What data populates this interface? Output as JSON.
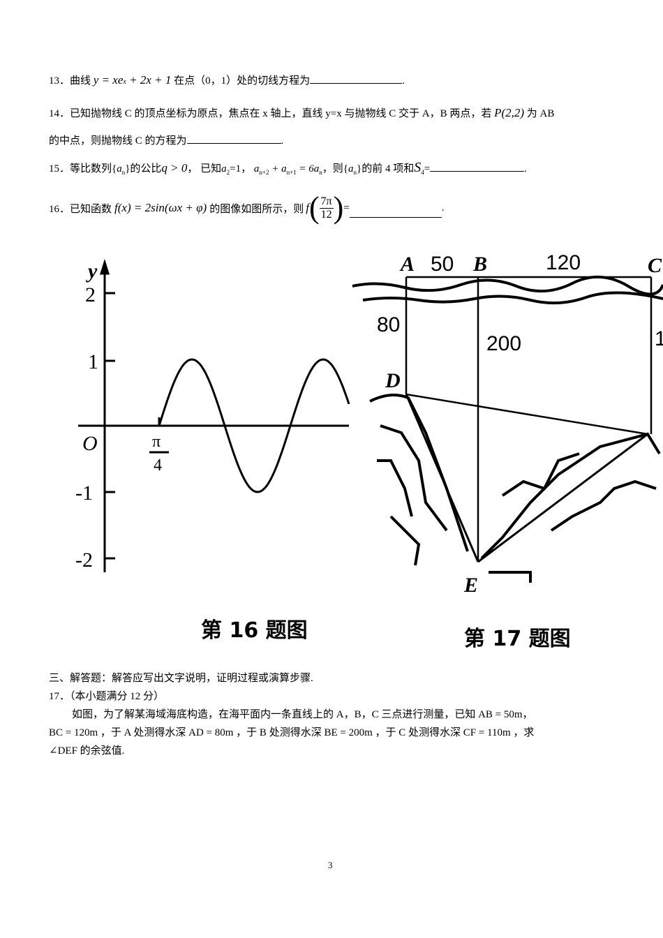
{
  "questions": {
    "q13": {
      "num": "13．",
      "text_a": "曲线",
      "formula": "y = xe",
      "sup": "x",
      "formula_b": " + 2x + 1",
      "text_b": "在点（0，1）处的切线方程为",
      "end": "."
    },
    "q14": {
      "num": "14．",
      "line1": "已知抛物线 C 的顶点坐标为原点，焦点在 x 轴上，直线 y=x 与抛物线 C 交于 A，B 两点，若",
      "point": "P(2,2)",
      "line1_end": "为 AB",
      "line2": "的中点，则抛物线 C 的方程为",
      "end": "."
    },
    "q15": {
      "num": "15．",
      "text_a": "等比数列{",
      "a": "a",
      "sub_n": "n",
      "text_b": "}的公比",
      "cond": "q > 0",
      "text_c": "，  已知",
      "a2": "a",
      "sub2": "2",
      "text_d": "=1，",
      "rec": "a",
      "sub_n2": "n+2",
      "plus": " + a",
      "sub_n1": "n+1",
      "eq": " = 6a",
      "text_e": "，则{",
      "text_f": "}的前 4 项和",
      "S": "S",
      "sub4": "4",
      "text_g": "=",
      "end": "."
    },
    "q16": {
      "num": "16．",
      "text_a": "已知函数",
      "func": "f(x) = 2sin(ωx + φ)",
      "text_b": "的图像如图所示，则",
      "f": "f",
      "frac_num": "7π",
      "frac_den": "12",
      "eq": " = ",
      "end": "."
    }
  },
  "section3": {
    "heading": "三、解答题：解答应写出文字说明，证明过程或演算步骤.",
    "q17_title": "17．（本小题满分 12 分）",
    "q17_line1": "如图，为了解某海域海底构造，在海平面内一条直线上的 A，B，C 三点进行测量，已知 AB = 50m，",
    "q17_line2": "BC = 120m ，于 A 处测得水深 AD = 80m ，于 B 处测得水深 BE = 200m ，于 C 处测得水深 CF = 110m ，求",
    "q17_line3": "∠DEF 的余弦值."
  },
  "fig16": {
    "y_label": "y",
    "origin": "O",
    "ticks": [
      "2",
      "1",
      "-1",
      "-2"
    ],
    "x_tick_num": "π",
    "x_tick_den": "4",
    "caption": "第 16 题图"
  },
  "fig17": {
    "labels": {
      "A": "A",
      "B": "B",
      "C": "C",
      "D": "D",
      "E": "E",
      "AB": "50",
      "BC": "120",
      "AD": "80",
      "BE": "200",
      "CF": "1"
    },
    "caption": "第 17 题图"
  },
  "page_number": "3"
}
